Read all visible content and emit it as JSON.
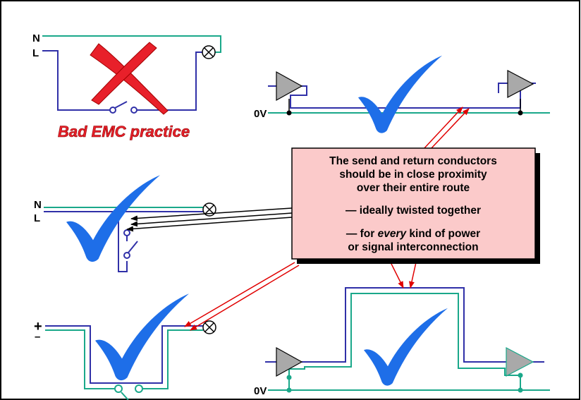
{
  "labels": {
    "n_top": "N",
    "l_top": "L",
    "n_mid": "N",
    "l_mid": "L",
    "ov_top": "0V",
    "ov_bottom": "0V",
    "plus": "+",
    "minus": "–"
  },
  "bad_practice": "Bad EMC practice",
  "note": {
    "line1": "The send and return conductors",
    "line2": "should be in close proximity",
    "line3": "over their entire route",
    "line4": "— ideally twisted together",
    "line5_pre": "— for ",
    "line5_em": "every",
    "line5_post": " kind of power",
    "line6": "or signal interconnection"
  },
  "colors": {
    "wire_green": "#1aa88a",
    "wire_blue": "#3030a8",
    "check_blue": "#1e6ee8",
    "cross_red": "#e8202a",
    "note_fill": "#fbcaca",
    "amp_grey": "#a9a9a9",
    "arrow_red": "#e00000"
  },
  "icons": [
    "cross-mark-icon",
    "check-mark-icon",
    "lamp-icon",
    "switch-icon",
    "amplifier-icon"
  ]
}
